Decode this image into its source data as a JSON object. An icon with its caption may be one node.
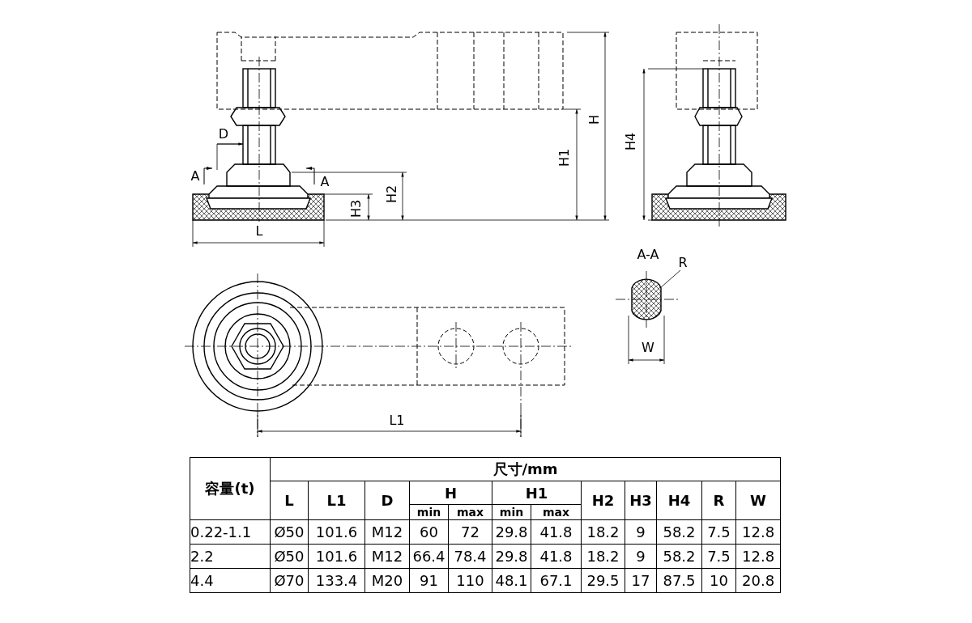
{
  "diagram": {
    "labels": [
      "H",
      "H4",
      "D",
      "A",
      "A",
      "H2",
      "H1",
      "H3",
      "L",
      "A-A",
      "R",
      "W",
      "L1",
      "容量(t)",
      "尺寸/mm",
      "L",
      "L1",
      "D",
      "H",
      "H1",
      "H2",
      "H3",
      "H4",
      "R",
      "W",
      "min",
      "max",
      "min",
      "max",
      "0.22-1.1",
      "Ø50",
      "101.6",
      "M12",
      "60",
      "72",
      "29.8",
      "41.8",
      "18.2",
      "9",
      "58.2",
      "7.5",
      "12.8",
      "2.2",
      "Ø50",
      "101.6",
      "M12",
      "66.4",
      "78.4",
      "29.8",
      "41.8",
      "18.2",
      "9",
      "58.2",
      "7.5",
      "12.8",
      "4.4",
      "Ø70",
      "133.4",
      "M20",
      "91",
      "110",
      "48.1",
      "67.1",
      "29.5",
      "17",
      "87.5",
      "10",
      "20.8"
    ]
  }
}
